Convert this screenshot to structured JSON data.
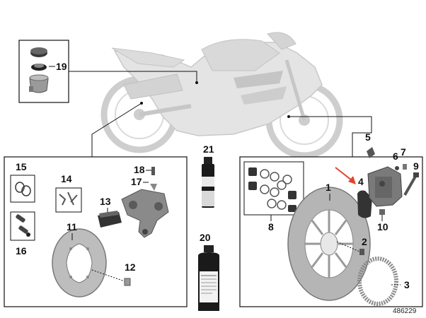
{
  "callouts": {
    "n1": "1",
    "n2": "2",
    "n3": "3",
    "n4": "4",
    "n5": "5",
    "n6": "6",
    "n7": "7",
    "n8": "8",
    "n9": "9",
    "n10": "10",
    "n11": "11",
    "n12": "12",
    "n13": "13",
    "n14": "14",
    "n15": "15",
    "n16": "16",
    "n17": "17",
    "n18": "18",
    "n19": "19",
    "n20": "20",
    "n21": "21"
  },
  "reference_number": "486229",
  "colors": {
    "line": "#111111",
    "bike": "#c9c9c9",
    "part": "#555555",
    "arrow": "#e0452b"
  }
}
